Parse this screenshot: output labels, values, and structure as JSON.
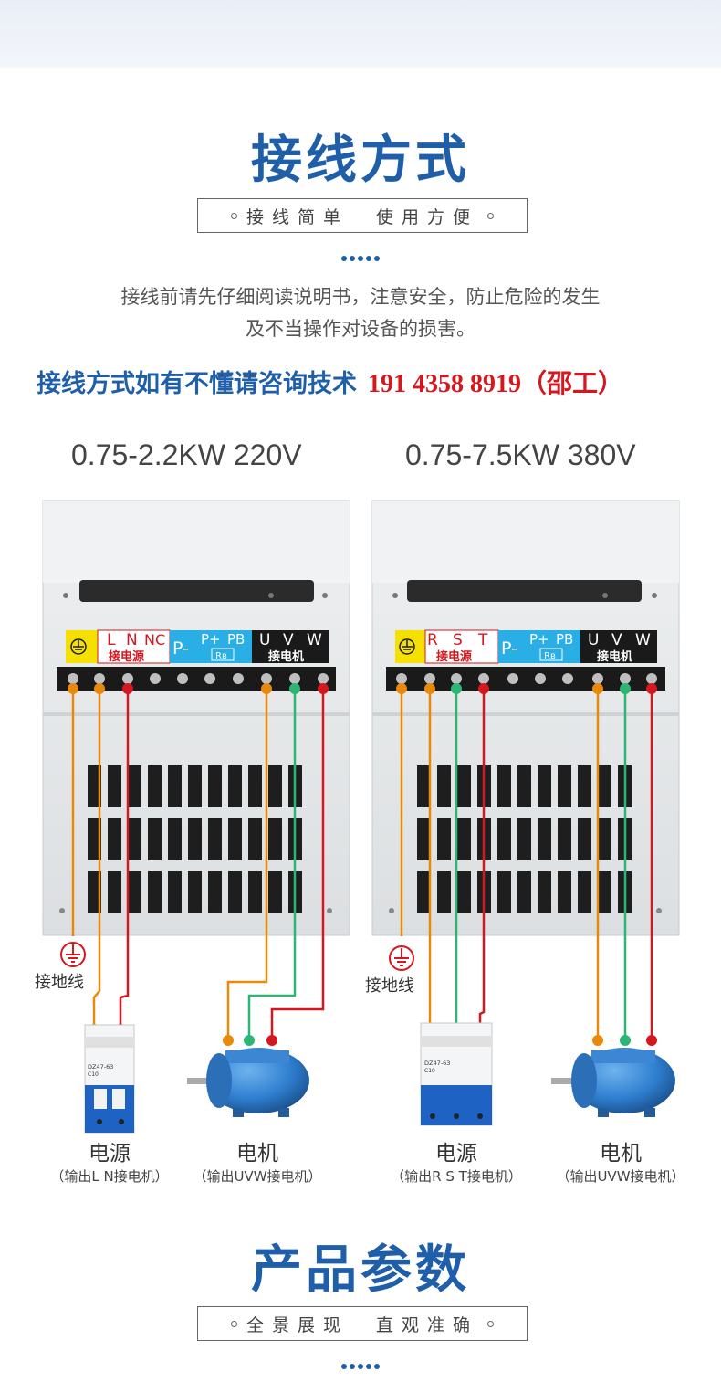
{
  "section1": {
    "title": "接线方式",
    "subtitle": "接线简单  使用方便",
    "intro_line1": "接线前请先仔细阅读说明书，注意安全，防止危险的发生",
    "intro_line2": "及不当操作对设备的损害。",
    "consult_text": "接线方式如有不懂请咨询技术",
    "consult_phone": "191 4358 8919（邵工）"
  },
  "left_unit": {
    "spec": "0.75-2.2KW  220V",
    "power_terminals": [
      "L",
      "N",
      "NC"
    ],
    "brake_terminals": [
      "P-",
      "P+",
      "PB"
    ],
    "brake_resistor": "Rв",
    "motor_terminals": [
      "U",
      "V",
      "W"
    ],
    "power_label": "接电源",
    "motor_label": "接电机",
    "ground_label": "接地线",
    "breaker_model": "DZ47-63",
    "breaker_rating": "C10",
    "power_caption": "电源",
    "power_sub": "（输出L N接电机）",
    "motor_caption": "电机",
    "motor_sub": "（输出UVW接电机）"
  },
  "right_unit": {
    "spec": "0.75-7.5KW  380V",
    "power_terminals": [
      "R",
      "S",
      "T"
    ],
    "brake_terminals": [
      "P-",
      "P+",
      "PB"
    ],
    "brake_resistor": "Rв",
    "motor_terminals": [
      "U",
      "V",
      "W"
    ],
    "power_label": "接电源",
    "motor_label": "接电机",
    "ground_label": "接地线",
    "breaker_model": "DZ47-63",
    "breaker_rating": "C10",
    "power_caption": "电源",
    "power_sub": "（输出R S T接电机）",
    "motor_caption": "电机",
    "motor_sub": "（输出UVW接电机）"
  },
  "section2": {
    "title": "产品参数",
    "subtitle": "全景展现  直观准确"
  },
  "colors": {
    "brand_blue": "#1f5ea8",
    "wire_orange": "#e8890c",
    "wire_green": "#2bb673",
    "wire_red": "#d5181f",
    "ground_red": "#d5181f",
    "breaker_blue": "#1e63c4",
    "terminal_blue": "#29aee6",
    "terminal_yellow": "#f5e000",
    "terminal_black": "#1a1a1a",
    "motor_blue": "#2f7fd0"
  }
}
